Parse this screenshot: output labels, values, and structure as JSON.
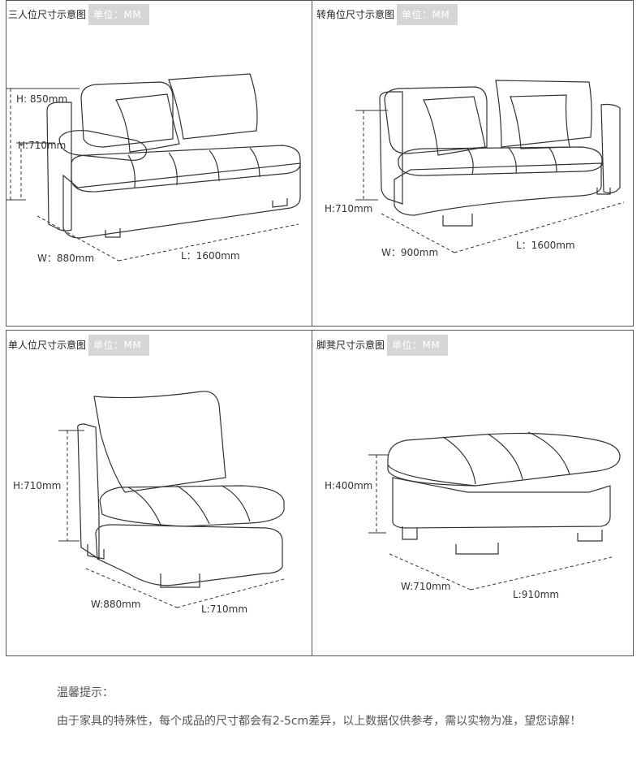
{
  "panels": [
    {
      "title": "三人位尺寸示意图",
      "unit": "单位：MM",
      "dims": {
        "h1": "H: 850mm",
        "h2": "H:710mm",
        "w": "W：880mm",
        "l": "L：1600mm"
      }
    },
    {
      "title": "转角位尺寸示意图",
      "unit": "单位：MM",
      "dims": {
        "h": "H:710mm",
        "w": "W：900mm",
        "l": "L：1600mm"
      }
    },
    {
      "title": "单人位尺寸示意图",
      "unit": "单位：MM",
      "dims": {
        "h": "H:710mm",
        "w": "W:880mm",
        "l": "L:710mm"
      }
    },
    {
      "title": "脚凳尺寸示意图",
      "unit": "单位：MM",
      "dims": {
        "h": "H:400mm",
        "w": "W:710mm",
        "l": "L:910mm"
      }
    }
  ],
  "tips": {
    "title": "温馨提示：",
    "body": "由于家具的特殊性，每个成品的尺寸都会有2-5cm差异，以上数据仅供参考，需以实物为准，望您谅解！"
  }
}
